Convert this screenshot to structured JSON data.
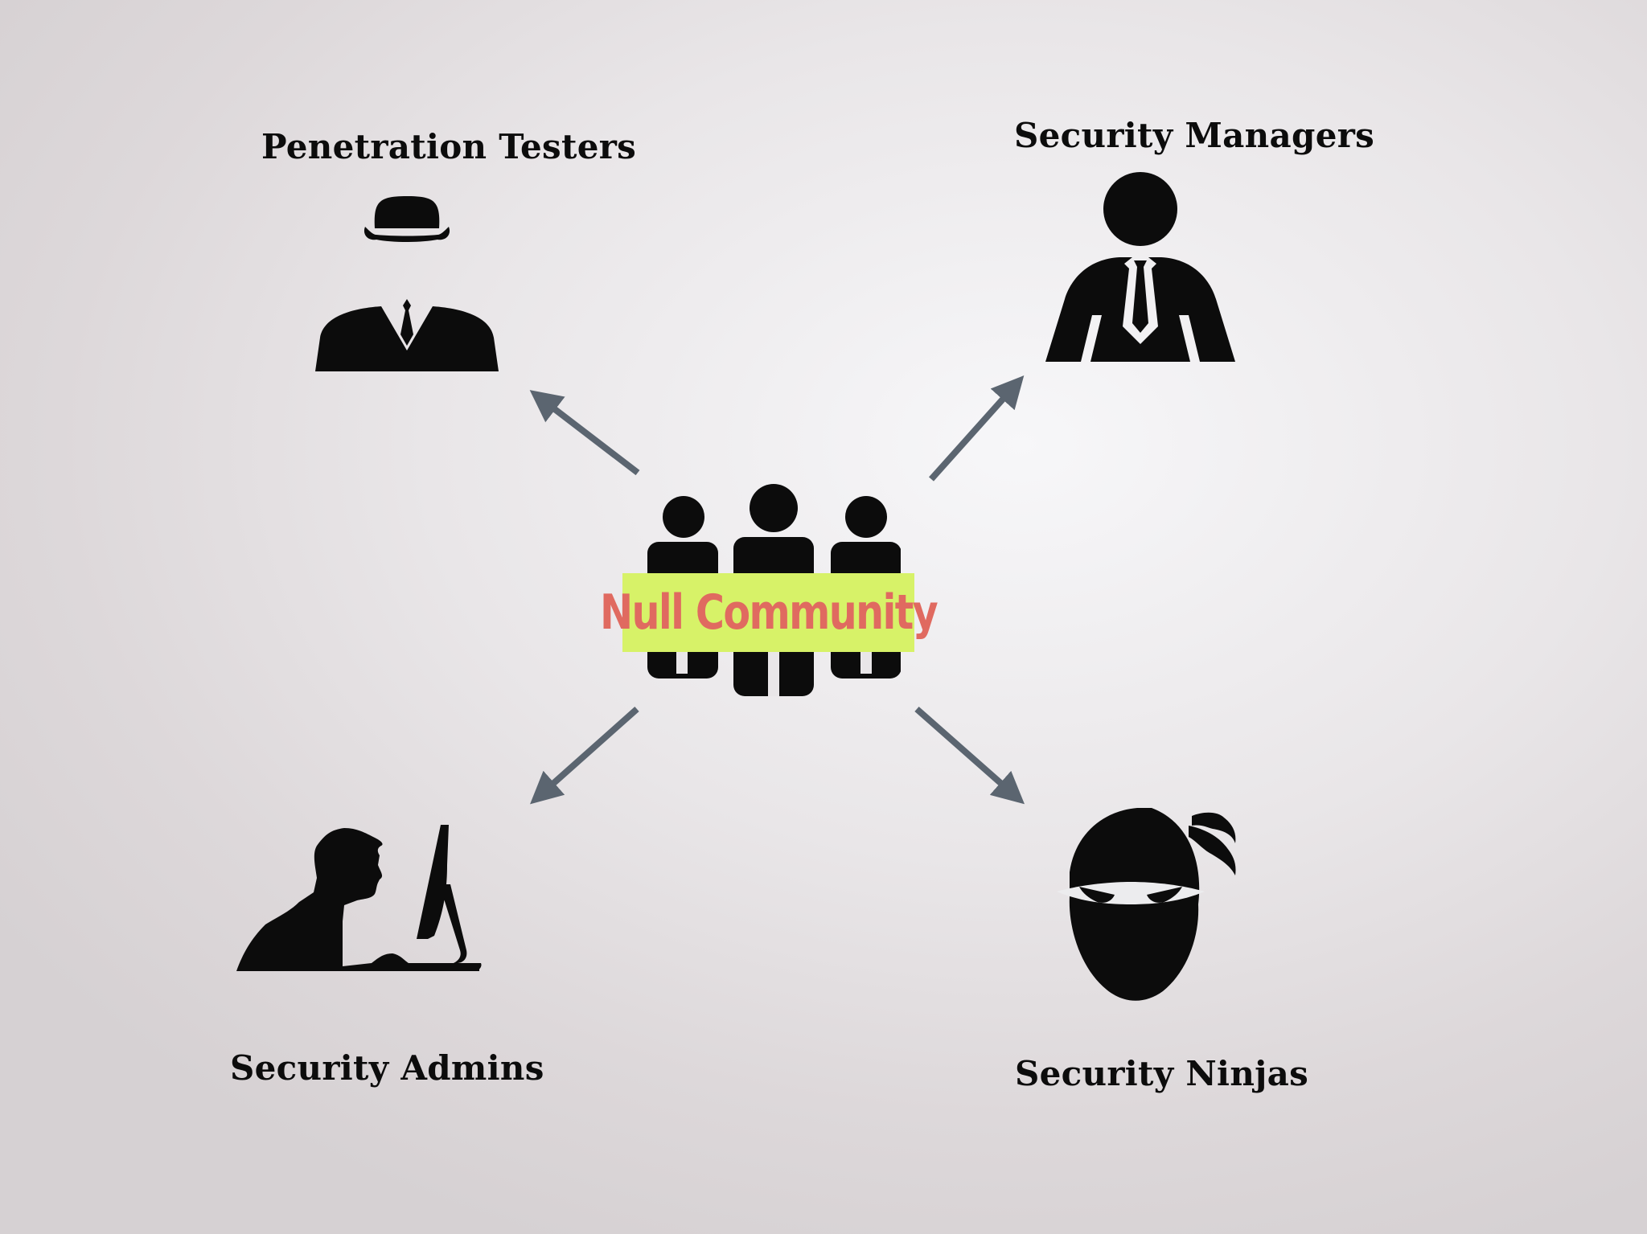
{
  "center": {
    "label": "Null Community",
    "box_color": "#d7f268",
    "text_color": "#e06a60"
  },
  "nodes": [
    {
      "label": "Penetration Testers",
      "icon": "bowler-hat-man-icon"
    },
    {
      "label": "Security Managers",
      "icon": "businessman-tie-icon"
    },
    {
      "label": "Security Admins",
      "icon": "man-at-computer-icon"
    },
    {
      "label": "Security Ninjas",
      "icon": "ninja-head-icon"
    }
  ],
  "arrow_color": "#5b6570",
  "icon_color": "#0c0c0c"
}
